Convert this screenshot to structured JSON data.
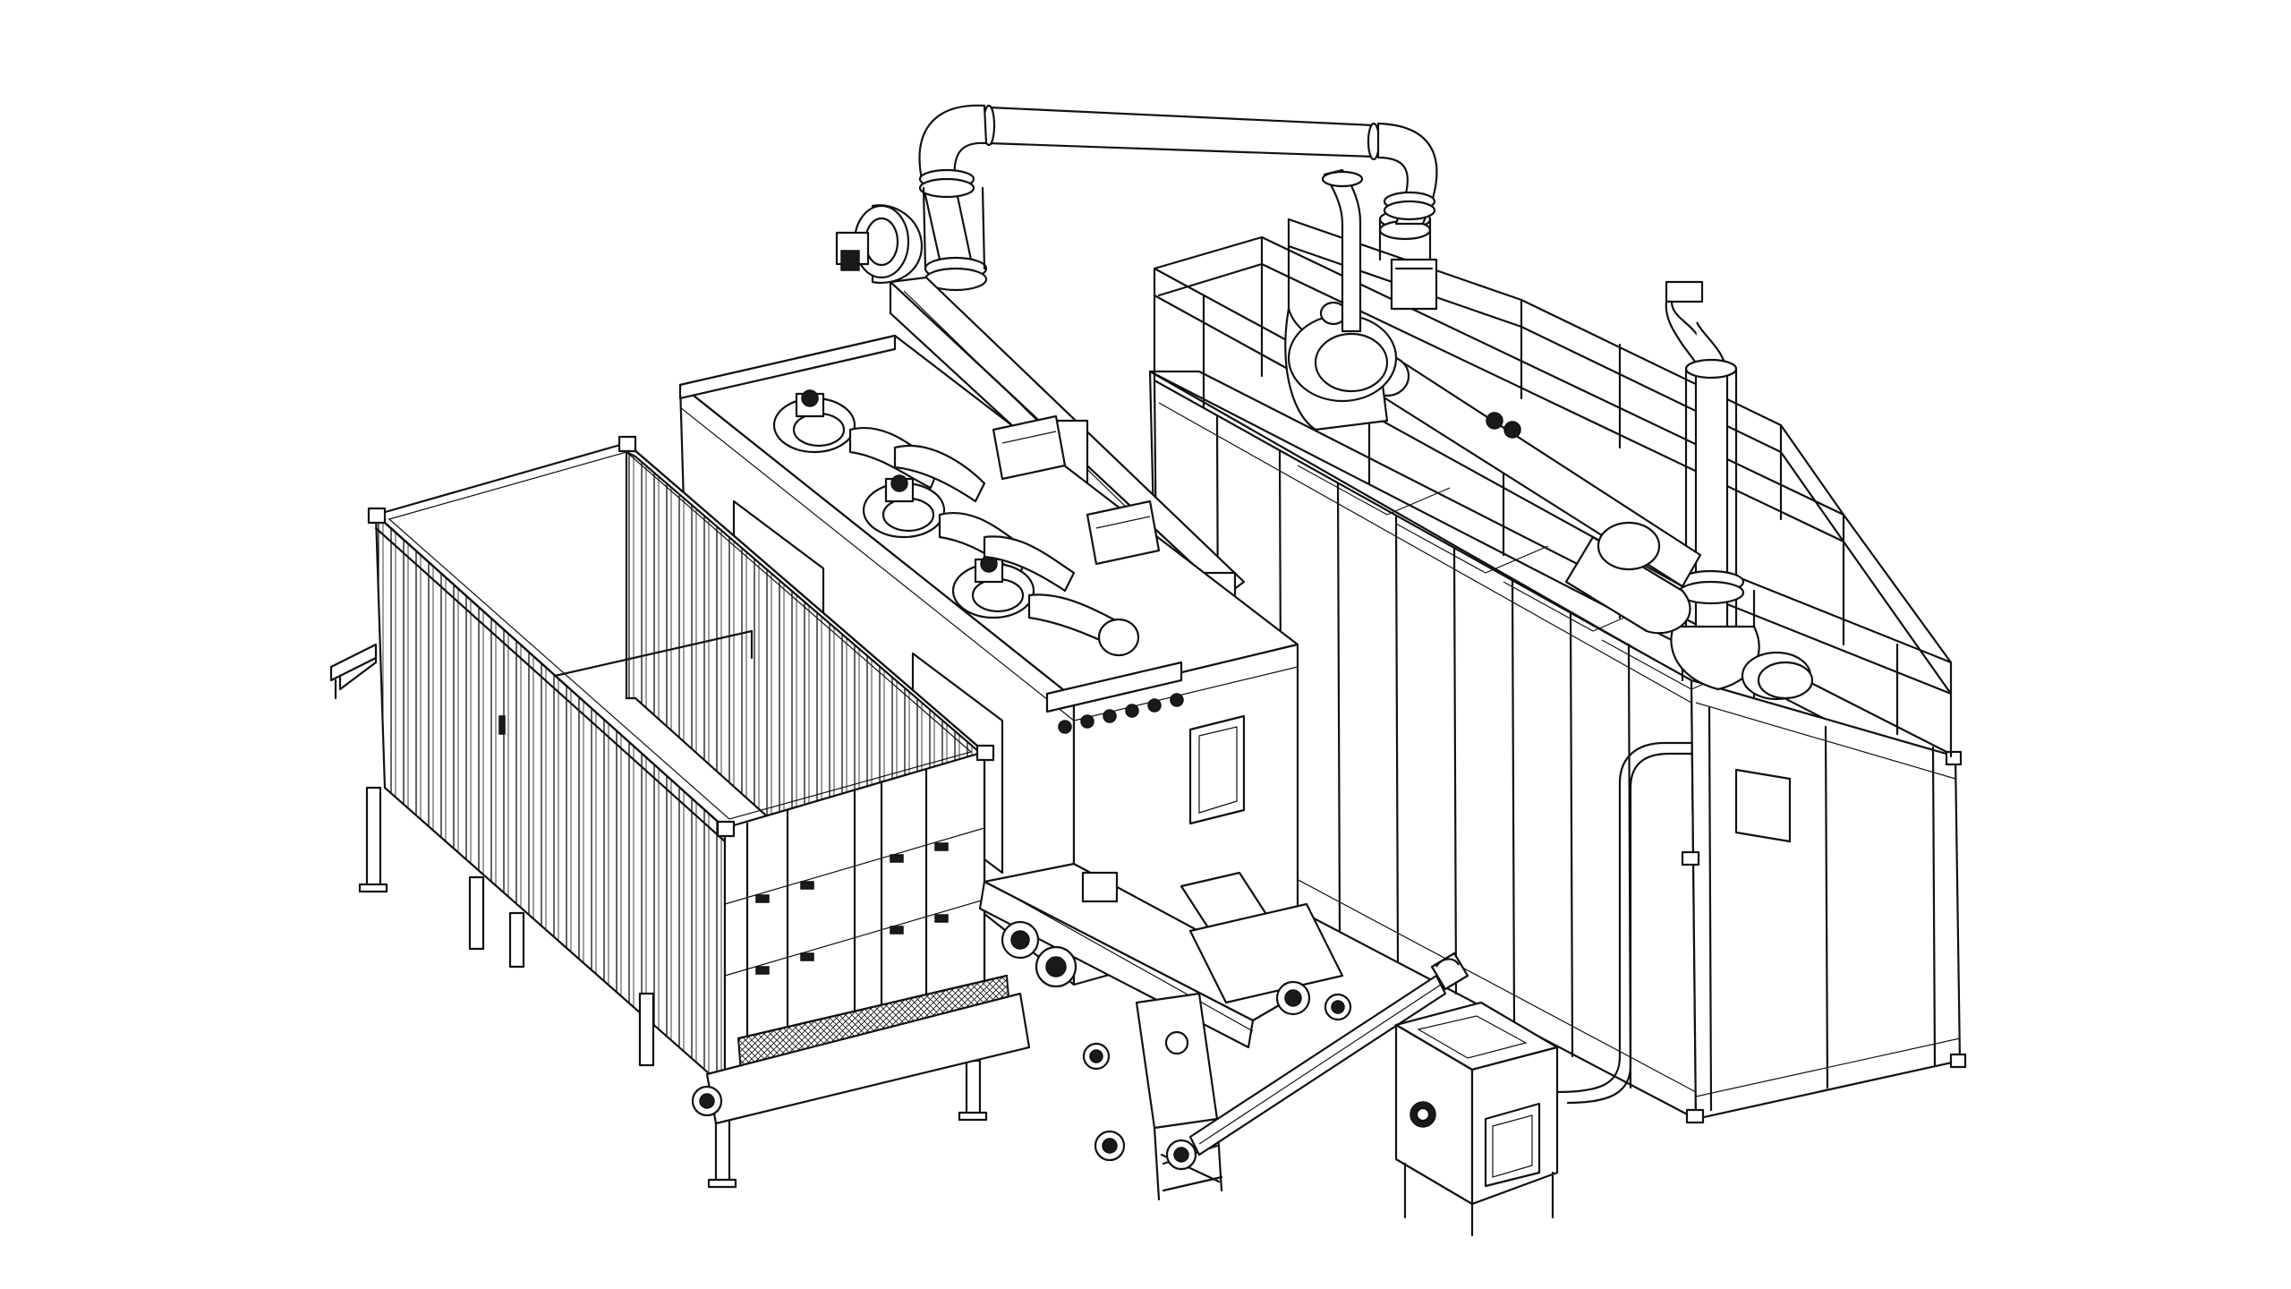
{
  "figure": {
    "description_kind": "isometric line drawing",
    "components": [
      "shipping-container",
      "dryer-module",
      "filter-container",
      "exhaust-duct",
      "radial-fans",
      "belt-conveyor",
      "screw-conveyor",
      "control-cabinet",
      "guard-railing",
      "exhaust-stack"
    ]
  },
  "colors": {
    "stroke": "#111111",
    "background": "#ffffff"
  }
}
